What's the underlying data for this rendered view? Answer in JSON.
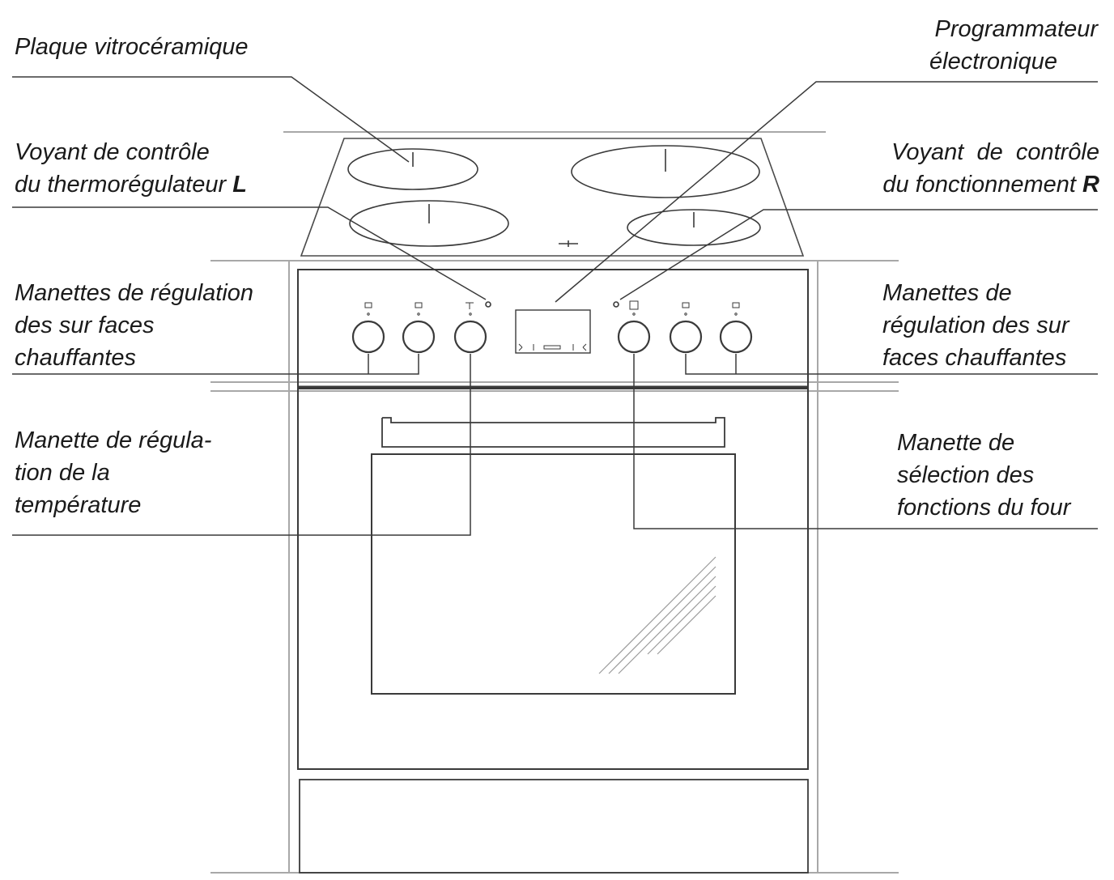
{
  "labels": {
    "cooktop": {
      "line1": "Plaque vitrocéramique"
    },
    "programmer": {
      "line1": "Programmateur",
      "line2": "électronique"
    },
    "left_light": {
      "line1": "Voyant de contrôle",
      "line2": "du thermorégulateur",
      "tag": "L"
    },
    "right_light": {
      "line1": "Voyant  de  contrôle",
      "line2": "du fonctionnement",
      "tag": "R"
    },
    "left_knobs": {
      "line1": "Manettes de régulation",
      "line2": "des sur faces",
      "line3": "chauffantes"
    },
    "right_knobs": {
      "line1": "Manettes de",
      "line2": "régulation des sur",
      "line3": "faces chauffantes"
    },
    "temperature_knob": {
      "line1": "Manette de régula-",
      "line2": "tion de la",
      "line3": "température"
    },
    "function_knob": {
      "line1": "Manette de",
      "line2": "sélection des",
      "line3": "fonctions du four"
    }
  },
  "colors": {
    "line": "#3a3a3a",
    "faint": "#9a9a9a",
    "text": "#1a1a1a"
  }
}
